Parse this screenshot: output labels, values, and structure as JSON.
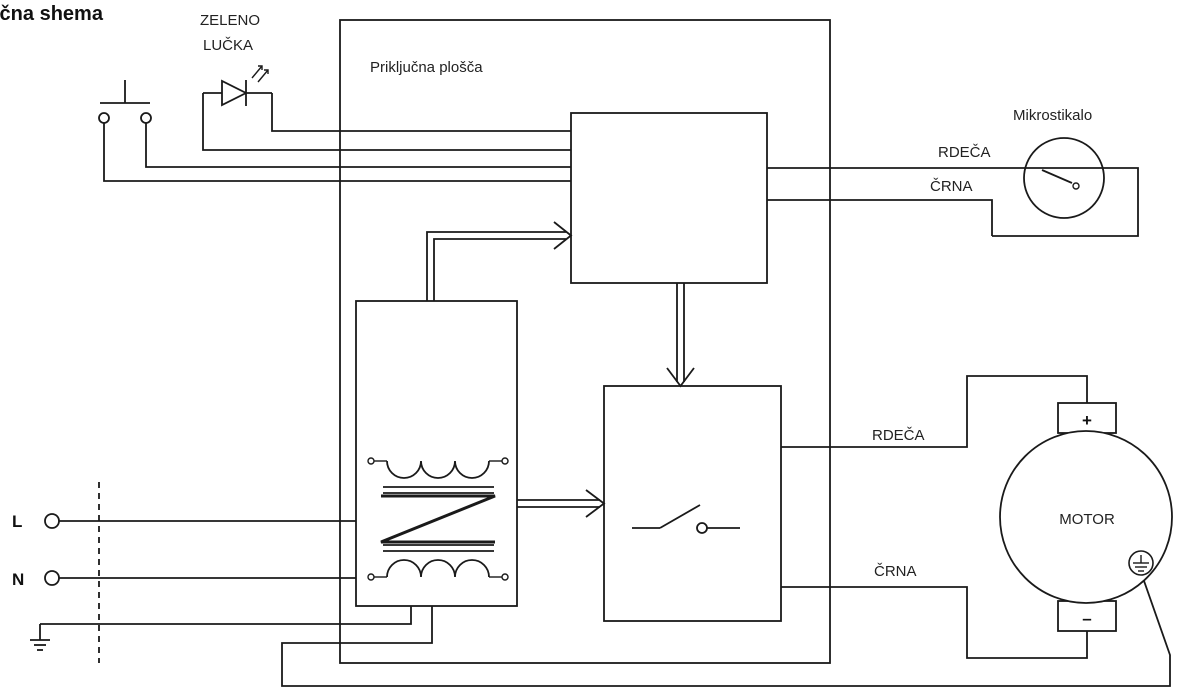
{
  "title": "ična shema",
  "labels": {
    "led_line1": "ZELENO",
    "led_line2": "LUČKA",
    "board": "Priključna plošča",
    "microswitch": "Mikrostikalo",
    "red_top": "RDEČA",
    "black_top": "ČRNA",
    "red_motor": "RDEČA",
    "black_motor": "ČRNA",
    "motor": "MOTOR",
    "motor_plus": "+",
    "motor_minus": "–",
    "terminal_l": "L",
    "terminal_n": "N"
  }
}
